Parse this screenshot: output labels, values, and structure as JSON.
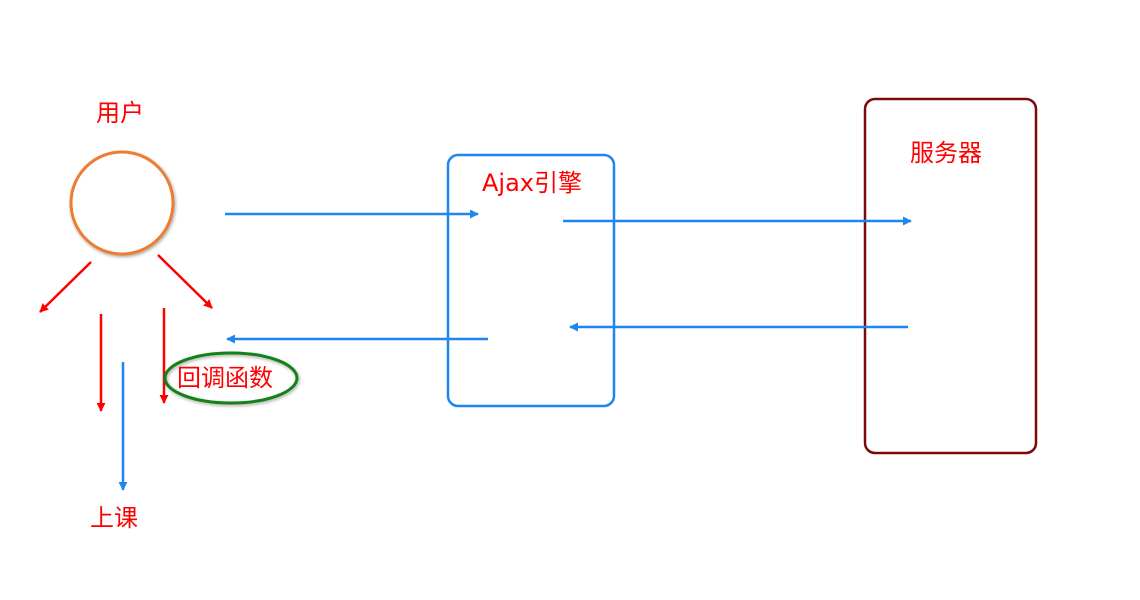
{
  "labels": {
    "user": "用户",
    "class": "上课",
    "callback": "回调函数",
    "ajax_engine": "Ajax引擎",
    "server": "服务器"
  },
  "colors": {
    "label_text": "#ff0000",
    "user_circle_stroke": "#ed7d31",
    "callback_ellipse_stroke": "#138013",
    "ajax_box_stroke": "#1e86f0",
    "server_box_stroke": "#7a0a0a",
    "flow_arrow": "#1e86f0",
    "user_arrow": "#ff0000"
  }
}
